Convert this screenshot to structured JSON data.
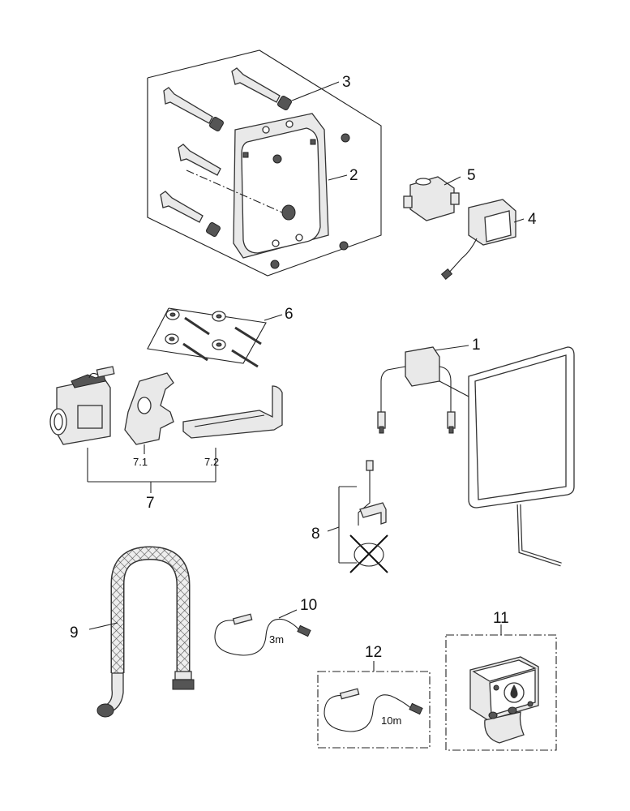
{
  "callouts": {
    "p1": "1",
    "p2": "2",
    "p3": "3",
    "p4": "4",
    "p5": "5",
    "p6": "6",
    "p7": "7",
    "p7_1": "7.1",
    "p7_2": "7.2",
    "p8": "8",
    "p9": "9",
    "p10": "10",
    "p11": "11",
    "p12": "12"
  },
  "cable_lengths": {
    "c10": "3m",
    "c12": "10m"
  },
  "colors": {
    "line": "#222222",
    "fill": "#e9e9e9",
    "hose_mesh": "#555555"
  }
}
